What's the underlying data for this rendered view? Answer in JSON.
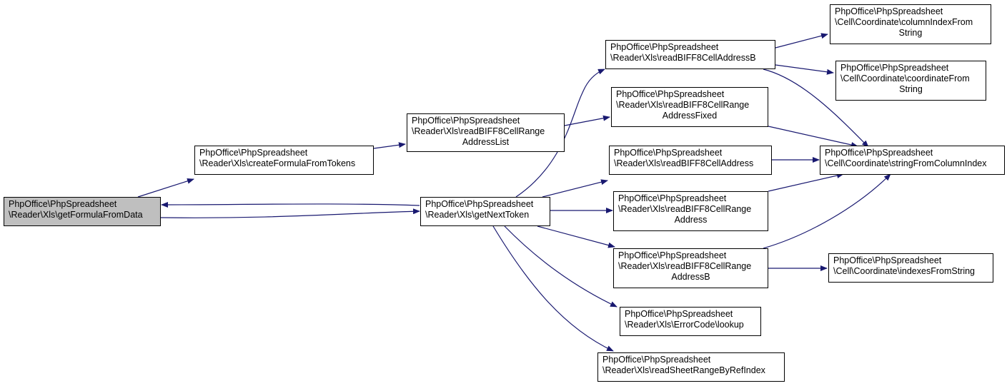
{
  "colors": {
    "edge": "#191970",
    "focus_fill": "#bfbfbf"
  },
  "nodes": {
    "getFormulaFromData": {
      "l1": "PhpOffice\\PhpSpreadsheet",
      "l2": "\\Reader\\Xls\\getFormulaFromData"
    },
    "createFormulaFromTokens": {
      "l1": "PhpOffice\\PhpSpreadsheet",
      "l2": "\\Reader\\Xls\\createFormulaFromTokens"
    },
    "readBIFF8CellRangeAddressList": {
      "l1": "PhpOffice\\PhpSpreadsheet",
      "l2": "\\Reader\\Xls\\readBIFF8CellRange",
      "l3": "AddressList"
    },
    "getNextToken": {
      "l1": "PhpOffice\\PhpSpreadsheet",
      "l2": "\\Reader\\Xls\\getNextToken"
    },
    "readBIFF8CellAddressB": {
      "l1": "PhpOffice\\PhpSpreadsheet",
      "l2": "\\Reader\\Xls\\readBIFF8CellAddressB"
    },
    "readBIFF8CellRangeAddressFixed": {
      "l1": "PhpOffice\\PhpSpreadsheet",
      "l2": "\\Reader\\Xls\\readBIFF8CellRange",
      "l3": "AddressFixed"
    },
    "readBIFF8CellAddress": {
      "l1": "PhpOffice\\PhpSpreadsheet",
      "l2": "\\Reader\\Xls\\readBIFF8CellAddress"
    },
    "readBIFF8CellRangeAddress": {
      "l1": "PhpOffice\\PhpSpreadsheet",
      "l2": "\\Reader\\Xls\\readBIFF8CellRange",
      "l3": "Address"
    },
    "readBIFF8CellRangeAddressB": {
      "l1": "PhpOffice\\PhpSpreadsheet",
      "l2": "\\Reader\\Xls\\readBIFF8CellRange",
      "l3": "AddressB"
    },
    "errorCodeLookup": {
      "l1": "PhpOffice\\PhpSpreadsheet",
      "l2": "\\Reader\\Xls\\ErrorCode\\lookup"
    },
    "readSheetRangeByRefIndex": {
      "l1": "PhpOffice\\PhpSpreadsheet",
      "l2": "\\Reader\\Xls\\readSheetRangeByRefIndex"
    },
    "columnIndexFromString": {
      "l1": "PhpOffice\\PhpSpreadsheet",
      "l2": "\\Cell\\Coordinate\\columnIndexFrom",
      "l3": "String"
    },
    "coordinateFromString": {
      "l1": "PhpOffice\\PhpSpreadsheet",
      "l2": "\\Cell\\Coordinate\\coordinateFrom",
      "l3": "String"
    },
    "stringFromColumnIndex": {
      "l1": "PhpOffice\\PhpSpreadsheet",
      "l2": "\\Cell\\Coordinate\\stringFromColumnIndex"
    },
    "indexesFromString": {
      "l1": "PhpOffice\\PhpSpreadsheet",
      "l2": "\\Cell\\Coordinate\\indexesFromString"
    }
  }
}
